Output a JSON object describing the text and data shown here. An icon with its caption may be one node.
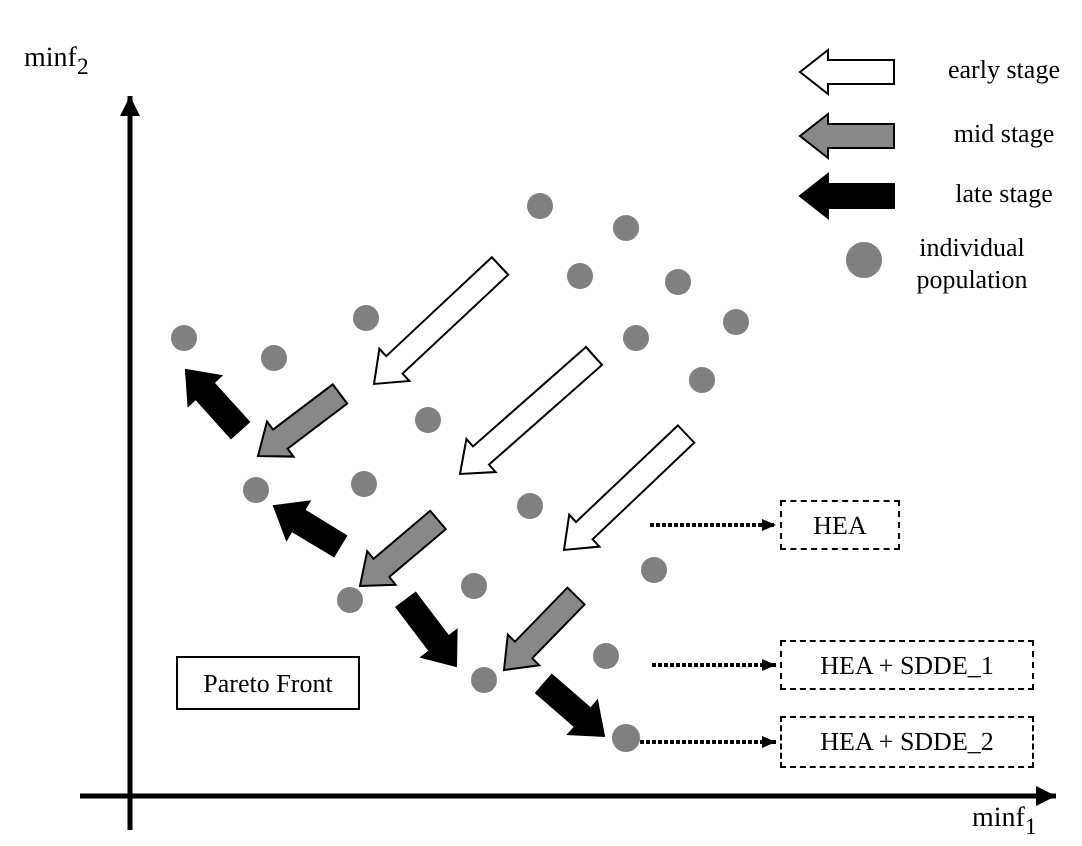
{
  "diagram": {
    "nodes": [
      {
        "text": [
          "HEA"
        ]
      },
      {
        "text": [
          "HEA + SDDE_1"
        ]
      },
      {
        "text": [
          "HEA + SDDE_2"
        ]
      },
      {
        "text": [
          "Pareto Front"
        ]
      },
      {
        "text": [],
        "shape": "circle"
      }
    ],
    "edges": [
      {
        "from": null,
        "to": 0,
        "arrow": "to",
        "style": "dashed"
      },
      {
        "from": null,
        "to": 1,
        "arrow": "to",
        "style": "dashed"
      },
      {
        "from": 4,
        "to": 2,
        "arrow": "to",
        "style": "dashed"
      }
    ],
    "labels": [
      "minf$_{2}$",
      "minf$_{1}$"
    ],
    "legend": [
      {
        "text": "early stage"
      },
      {
        "text": "mid stage"
      },
      {
        "text": "late stage"
      },
      {
        "text": "individual population"
      }
    ]
  }
}
